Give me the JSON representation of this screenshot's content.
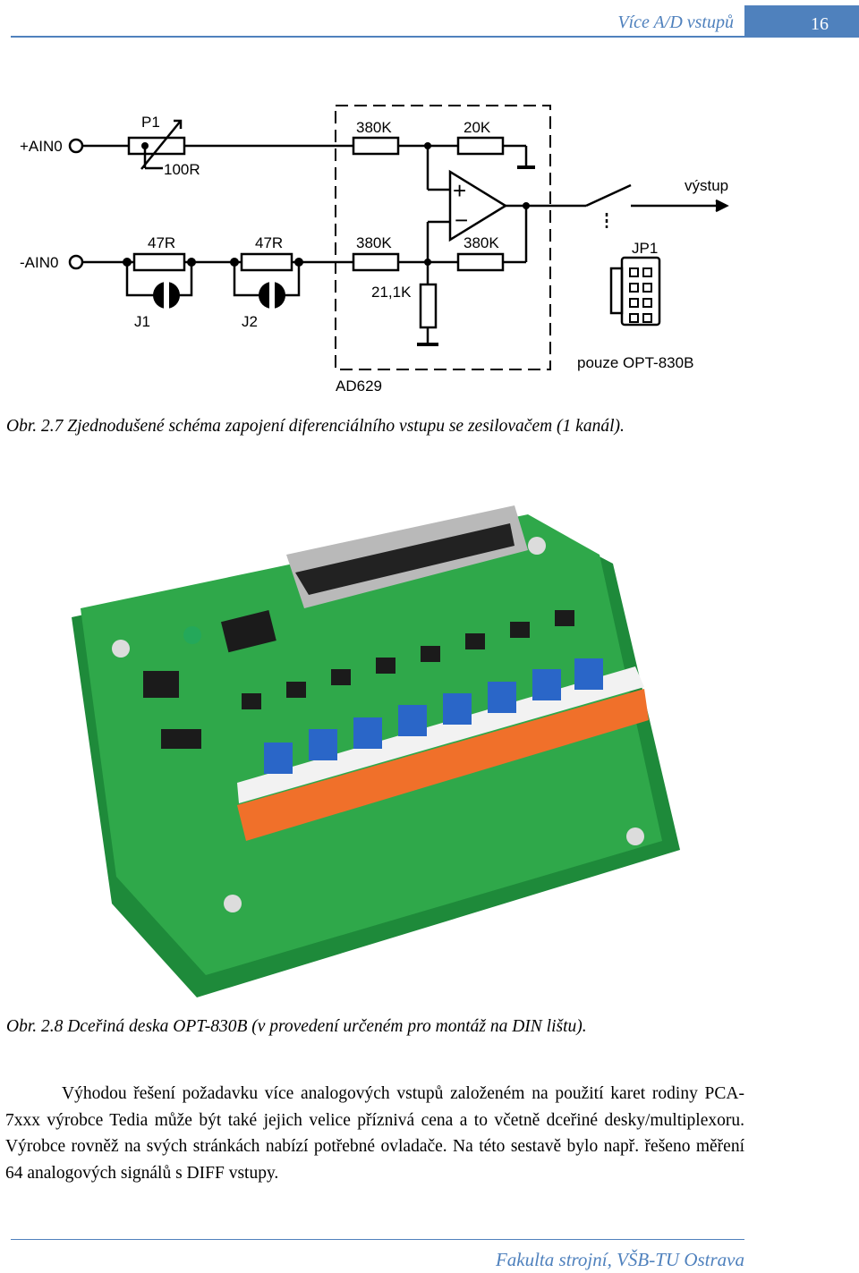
{
  "header": {
    "title": "Více A/D vstupů",
    "page_number": "16"
  },
  "schematic": {
    "labels": {
      "ain_pos": "+AIN0",
      "ain_neg": "-AIN0",
      "p1": "P1",
      "p1_value": "100R",
      "r1": "47R",
      "r2": "47R",
      "j1": "J1",
      "j2": "J2",
      "r_top_left": "380K",
      "r_top_right": "20K",
      "r_bottom_left": "380K",
      "r_bottom_right": "380K",
      "r_ground": "21,1K",
      "amp_name": "AD629",
      "output": "výstup",
      "jp1": "JP1",
      "jp1_note": "pouze OPT-830B",
      "plus": "+",
      "minus": "−"
    }
  },
  "captions": {
    "fig27": "Obr. 2.7 Zjednodušené schéma zapojení diferenciálního vstupu se zesilovačem (1 kanál).",
    "fig28": "Obr. 2.8 Dceřiná deska OPT-830B (v provedení určeném pro montáž na DIN lištu)."
  },
  "paragraph": "Výhodou řešení požadavku více analogových vstupů založeném na použití karet rodiny PCA-7xxx výrobce Tedia může být také jejich velice příznivá cena a to včetně dceřiné desky/multiplexoru. Výrobce rovněž na svých stránkách nabízí potřebné ovladače. Na této sestavě bylo např. řešeno měření 64 analogových signálů s DIFF vstupy.",
  "footer": {
    "text": "Fakulta strojní, VŠB-TU Ostrava"
  },
  "colors": {
    "accent": "#4f81bd",
    "pcb": "#2fa84a",
    "terminal": "#f0702a",
    "trimmer": "#2a66c8"
  }
}
